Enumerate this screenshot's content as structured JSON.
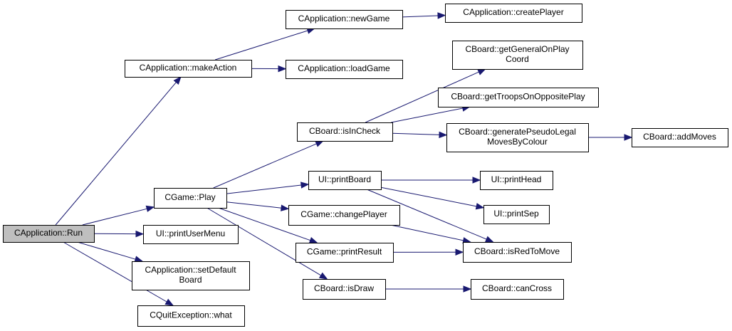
{
  "nodes": {
    "run": {
      "lines": [
        "CApplication::Run"
      ],
      "root": true
    },
    "makeAction": {
      "lines": [
        "CApplication::makeAction"
      ]
    },
    "newGame": {
      "lines": [
        "CApplication::newGame"
      ]
    },
    "createPlayer": {
      "lines": [
        "CApplication::createPlayer"
      ]
    },
    "loadGame": {
      "lines": [
        "CApplication::loadGame"
      ]
    },
    "play": {
      "lines": [
        "CGame::Play"
      ]
    },
    "isInCheck": {
      "lines": [
        "CBoard::isInCheck"
      ]
    },
    "getGeneral": {
      "lines": [
        "CBoard::getGeneralOnPlay",
        "Coord"
      ]
    },
    "getTroops": {
      "lines": [
        "CBoard::getTroopsOnOppositePlay"
      ]
    },
    "genPseudo": {
      "lines": [
        "CBoard::generatePseudoLegal",
        "MovesByColour"
      ]
    },
    "addMoves": {
      "lines": [
        "CBoard::addMoves"
      ]
    },
    "printBoard": {
      "lines": [
        "UI::printBoard"
      ]
    },
    "printHead": {
      "lines": [
        "UI::printHead"
      ]
    },
    "printSep": {
      "lines": [
        "UI::printSep"
      ]
    },
    "changePlayer": {
      "lines": [
        "CGame::changePlayer"
      ]
    },
    "printResult": {
      "lines": [
        "CGame::printResult"
      ]
    },
    "isRedToMove": {
      "lines": [
        "CBoard::isRedToMove"
      ]
    },
    "isDraw": {
      "lines": [
        "CBoard::isDraw"
      ]
    },
    "canCross": {
      "lines": [
        "CBoard::canCross"
      ]
    },
    "printUserMenu": {
      "lines": [
        "UI::printUserMenu"
      ]
    },
    "setDefaultBoard": {
      "lines": [
        "CApplication::setDefault",
        "Board"
      ]
    },
    "what": {
      "lines": [
        "CQuitException::what"
      ]
    }
  },
  "edges": [
    [
      "run",
      "makeAction"
    ],
    [
      "run",
      "play"
    ],
    [
      "run",
      "printUserMenu"
    ],
    [
      "run",
      "setDefaultBoard"
    ],
    [
      "run",
      "what"
    ],
    [
      "makeAction",
      "newGame"
    ],
    [
      "makeAction",
      "loadGame"
    ],
    [
      "newGame",
      "createPlayer"
    ],
    [
      "play",
      "isInCheck"
    ],
    [
      "play",
      "printBoard"
    ],
    [
      "play",
      "changePlayer"
    ],
    [
      "play",
      "printResult"
    ],
    [
      "play",
      "isDraw"
    ],
    [
      "isInCheck",
      "getGeneral"
    ],
    [
      "isInCheck",
      "getTroops"
    ],
    [
      "isInCheck",
      "genPseudo"
    ],
    [
      "genPseudo",
      "addMoves"
    ],
    [
      "printBoard",
      "printHead"
    ],
    [
      "printBoard",
      "printSep"
    ],
    [
      "printBoard",
      "isRedToMove"
    ],
    [
      "changePlayer",
      "isRedToMove"
    ],
    [
      "printResult",
      "isRedToMove"
    ],
    [
      "isDraw",
      "canCross"
    ]
  ],
  "colors": {
    "edge": "#191970",
    "root_fill": "#bfbfbf",
    "node_fill": "#ffffff",
    "border": "#000000"
  }
}
